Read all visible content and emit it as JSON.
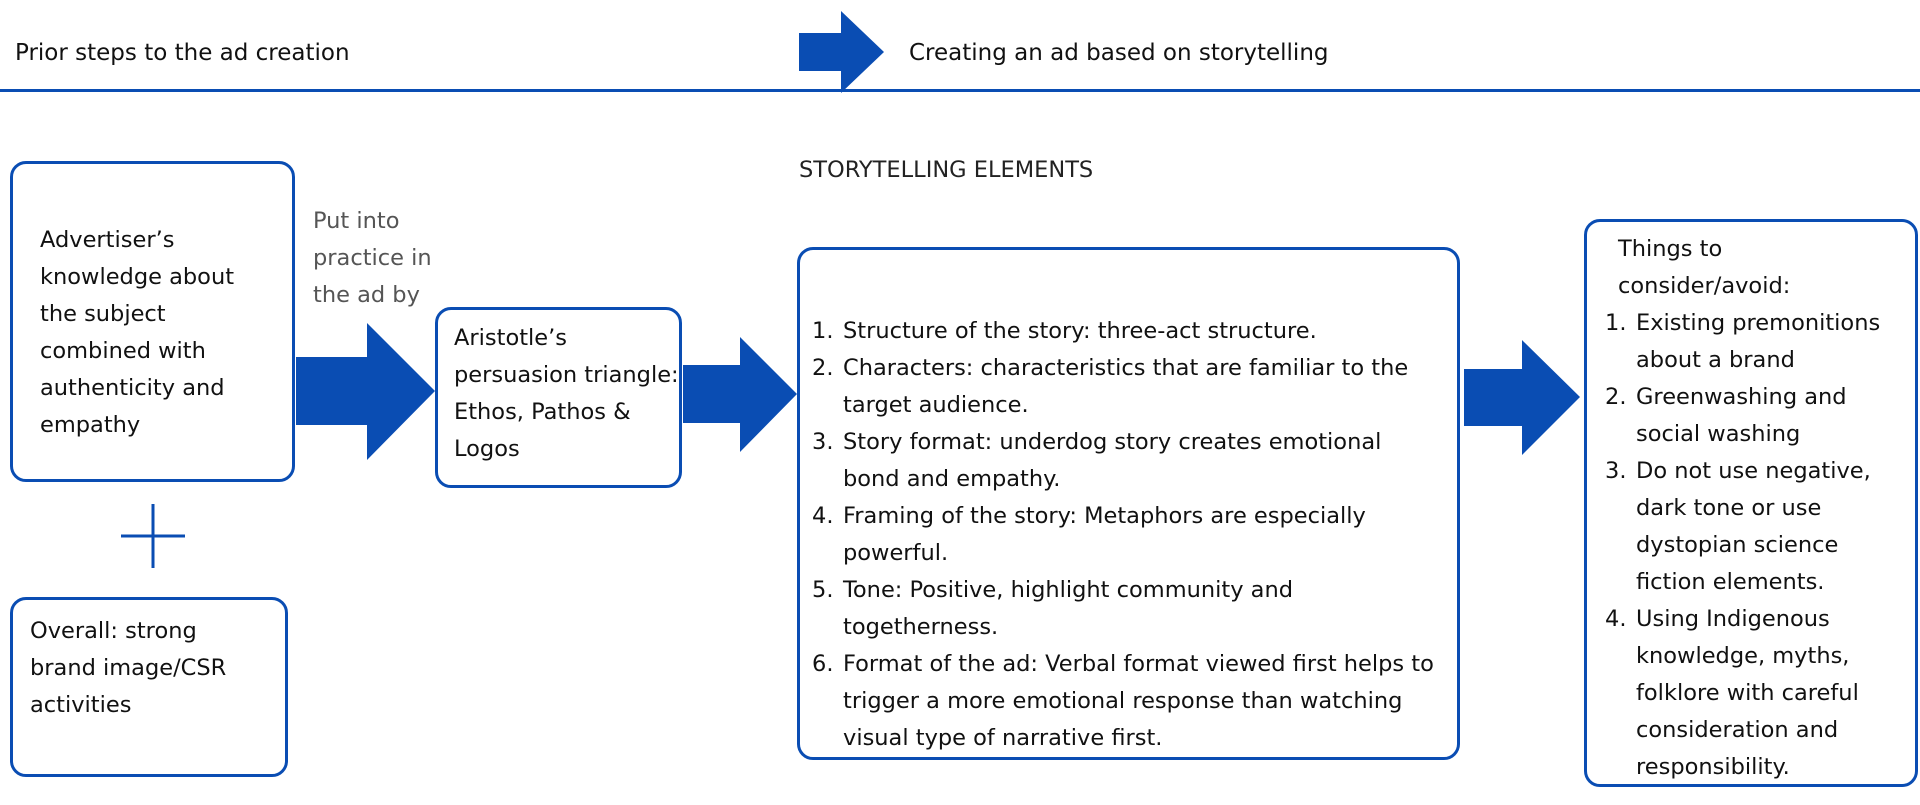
{
  "header": {
    "left_label": "Prior steps to the ad creation",
    "right_label": "Creating an ad based on storytelling"
  },
  "colors": {
    "accent": "#0a4db3"
  },
  "prior_steps": {
    "knowledge_box": "Advertiser’s knowledge about the subject combined with authenticity and empathy",
    "plus_icon": "plus-icon",
    "overall_box": "Overall: strong brand image/CSR activities",
    "connector_note": "Put into practice in the ad by",
    "aristotle_box": "Aristotle’s persuasion triangle: Ethos, Pathos & Logos"
  },
  "storytelling": {
    "heading": "STORYTELLING ELEMENTS",
    "items": [
      {
        "num": "1.",
        "text": "Structure of the story: three-act structure."
      },
      {
        "num": "2.",
        "text": "Characters: characteristics that are familiar to the target audience."
      },
      {
        "num": "3.",
        "text": "Story format: underdog story creates emotional bond and empathy."
      },
      {
        "num": "4.",
        "text": "Framing of the story: Metaphors are especially powerful."
      },
      {
        "num": "5.",
        "text": "Tone: Positive, highlight community and togetherness."
      },
      {
        "num": "6.",
        "text": "Format of the ad: Verbal format viewed first helps to trigger a more emotional response than watching visual type of narrative first."
      }
    ]
  },
  "considerations": {
    "title": "Things to consider/avoid:",
    "items": [
      {
        "num": "1.",
        "text": "Existing premonitions about a brand"
      },
      {
        "num": "2.",
        "text": "Greenwashing and social washing"
      },
      {
        "num": "3.",
        "text": "Do not use negative, dark tone or use dystopian science fiction elements."
      },
      {
        "num": "4.",
        "text": "Using Indigenous knowledge, myths, folklore with  careful consideration and responsibility."
      }
    ]
  }
}
